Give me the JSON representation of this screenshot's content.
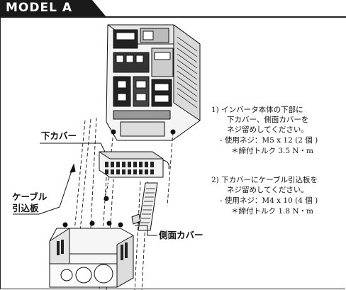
{
  "header": {
    "model_title": "MODEL A"
  },
  "labels": {
    "lower_cover": "下カバー",
    "cable_plate_line1": "ケーブル",
    "cable_plate_line2": "引込板",
    "side_cover": "側面カバー"
  },
  "instructions": {
    "step1": {
      "line1": "1) インバータ本体の下部に",
      "line2": "下カバー、側面カバーを",
      "line3": "ネジ留めしてください。",
      "line4": "- 使用ネジ：M5 x 12 (2 個 )",
      "line5": "＊締付トルク 3.5 N・m"
    },
    "step2": {
      "line1": "2) 下カバーにケーブル引込板を",
      "line2": "ネジ留めしてください。",
      "line3": "- 使用ネジ：M4 x 10 (4 個 )",
      "line4": "＊締付トルク 1.8 N・m"
    }
  }
}
